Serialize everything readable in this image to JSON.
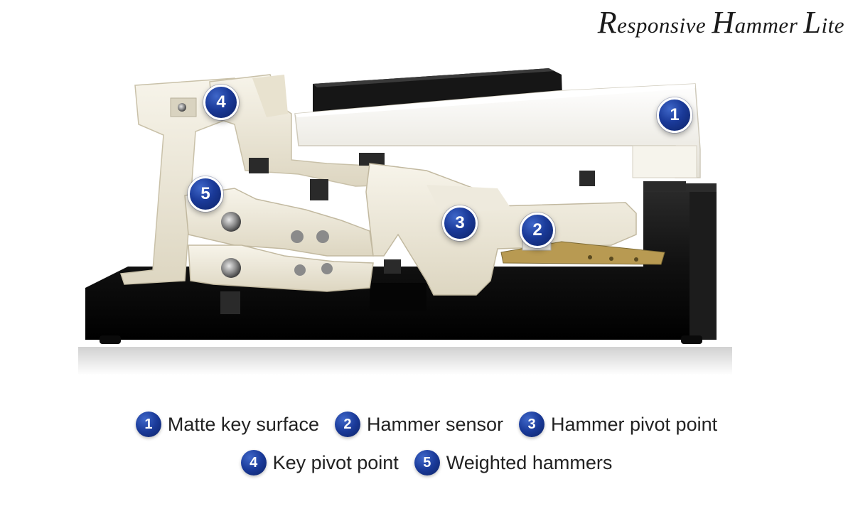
{
  "title": {
    "parts": [
      {
        "cap": "R",
        "rest": "esponsive "
      },
      {
        "cap": "H",
        "rest": "ammer "
      },
      {
        "cap": "L",
        "rest": "ite"
      }
    ]
  },
  "callouts": [
    {
      "num": "1",
      "label": "Matte key surface"
    },
    {
      "num": "2",
      "label": "Hammer sensor"
    },
    {
      "num": "3",
      "label": "Hammer pivot point"
    },
    {
      "num": "4",
      "label": "Key pivot point"
    },
    {
      "num": "5",
      "label": "Weighted hammers"
    }
  ],
  "colors": {
    "badge": "#1a3a99",
    "base": "#111111",
    "key_white": "#f4f2ea",
    "key_black": "#161616",
    "mechanism": "#ede8d8",
    "felt": "#2a2a2a",
    "pcb": "#b89a52"
  },
  "icons": [
    "mechanism-illustration",
    "hammer-weight-icon",
    "felt-pad-icon"
  ]
}
